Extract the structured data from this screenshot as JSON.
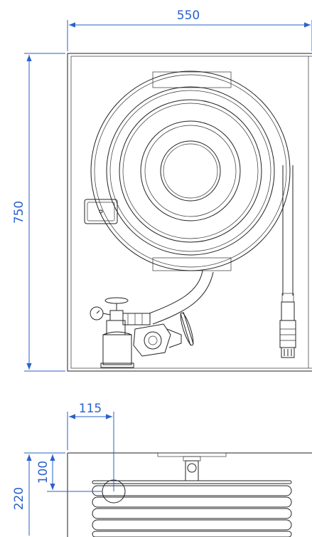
{
  "dimensions": {
    "width_top": "550",
    "height_front": "750",
    "offset_side": "115",
    "depth_inner": "100",
    "depth_total": "220"
  },
  "colors": {
    "dimension": "#2a62c9",
    "line": "#222222"
  }
}
